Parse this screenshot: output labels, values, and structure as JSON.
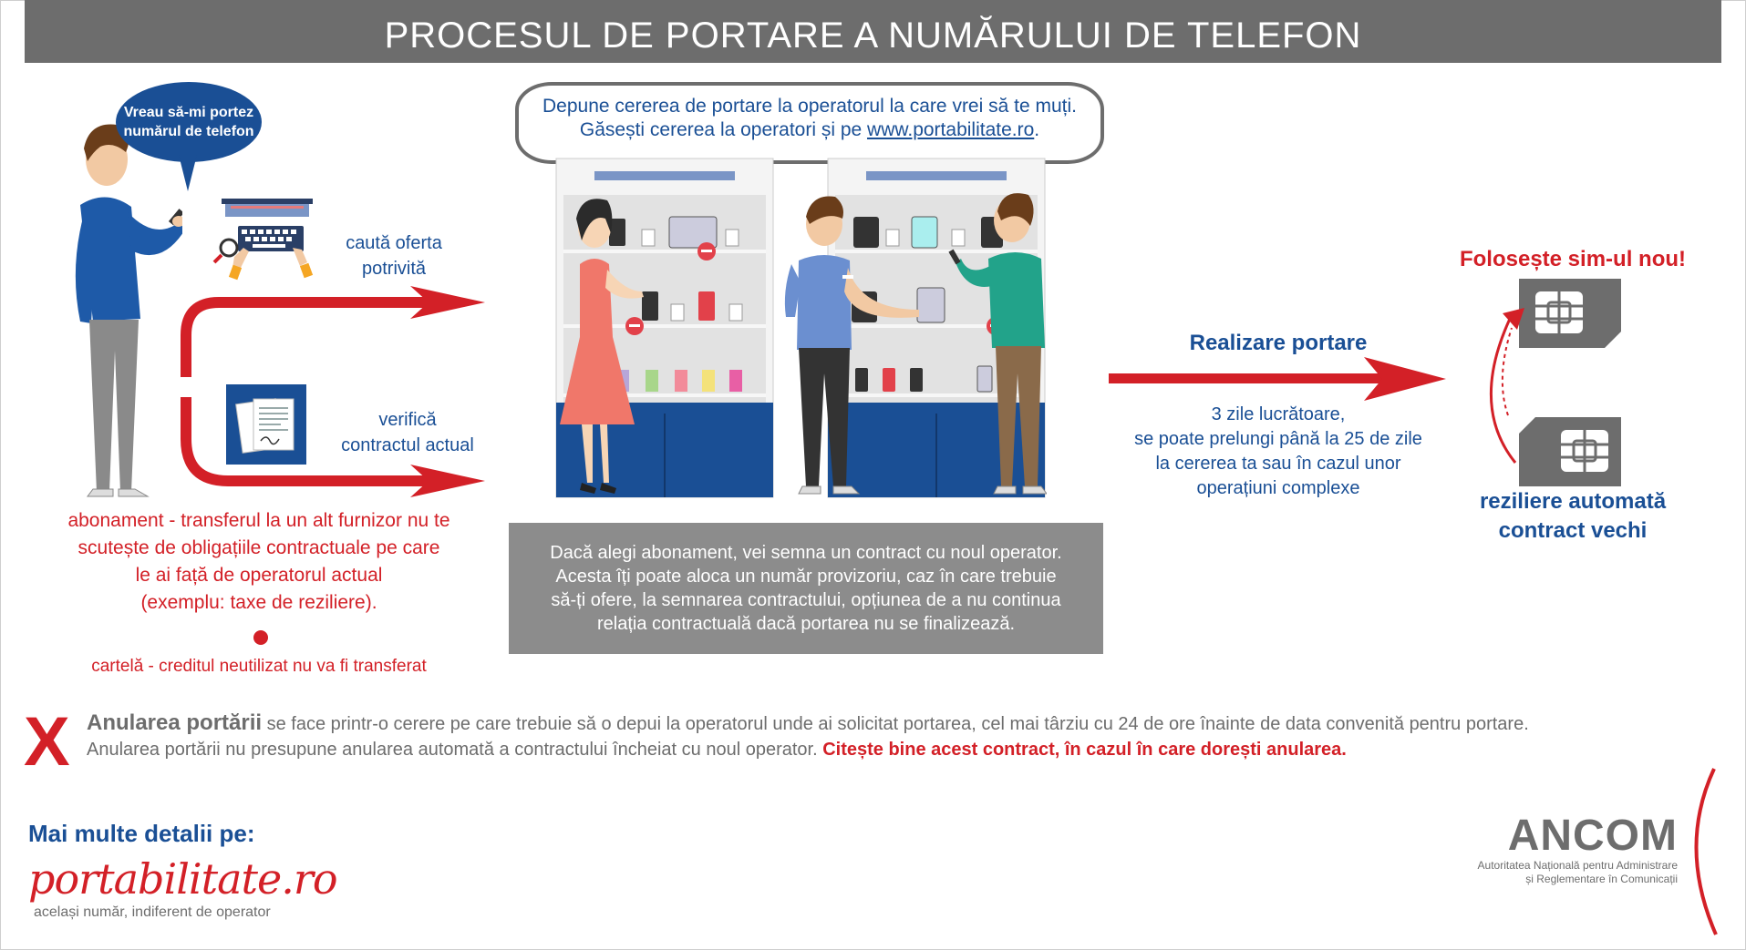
{
  "title": "PROCESUL DE PORTARE A NUMĂRULUI DE TELEFON",
  "speech_bubble": {
    "line1": "Vreau să-mi portez",
    "line2": "numărul de telefon"
  },
  "step_offer": {
    "line1": "caută oferta",
    "line2": "potrivită"
  },
  "step_contract": {
    "line1": "verifică",
    "line2": "contractul actual"
  },
  "notes_left": {
    "line1": "abonament - transferul la un alt furnizor nu te",
    "line2": "scutește de obligațiile contractuale pe care",
    "line3": "le ai față de operatorul actual",
    "line4": "(exemplu: taxe de reziliere).",
    "prepaid": "cartelă - creditul neutilizat nu va fi transferat"
  },
  "cloud": {
    "line1": "Depune cererea de portare la operatorul la care vrei să te muți.",
    "line2_prefix": "Găsești cererea la operatori și pe ",
    "link": "www.portabilitate.ro",
    "line2_suffix": "."
  },
  "info_box": {
    "line1": "Dacă alegi abonament, vei semna un contract cu noul operator.",
    "line2": "Acesta îți poate aloca un număr provizoriu, caz în care trebuie",
    "line3": "să-ți ofere, la semnarea contractului, opțiunea de a nu continua",
    "line4": "relația contractuală dacă portarea nu se finalizează."
  },
  "porting": {
    "title": "Realizare portare",
    "line1": "3 zile lucrătoare,",
    "line2": "se poate prelungi până la 25 de zile",
    "line3": "la cererea ta sau în cazul unor",
    "line4": "operațiuni complexe"
  },
  "new_sim": "Folosește sim-ul nou!",
  "old_contract": {
    "line1": "reziliere automată",
    "line2": "contract vechi"
  },
  "cancel": {
    "x": "X",
    "bold": "Anularea portării",
    "line1_rest": " se face printr-o cerere pe care trebuie să o depui la operatorul unde ai solicitat portarea, cel mai târziu cu 24 de ore înainte de data convenită pentru portare.",
    "line2": "Anularea portării nu presupune anularea automată a contractului încheiat cu noul operator. ",
    "line2_red": "Citește bine acest contract, în cazul în care dorești anularea."
  },
  "footer": {
    "more": "Mai multe detalii pe:",
    "brand": "portabilitate.ro",
    "tagline": "același număr, indiferent de operator",
    "ancom": "ANCOM",
    "ancom_line1": "Autoritatea Națională pentru Administrare",
    "ancom_line2": "și Reglementare în Comunicații"
  },
  "colors": {
    "blue": "#1a4f95",
    "red": "#d32027",
    "gray": "#6d6d6d"
  }
}
